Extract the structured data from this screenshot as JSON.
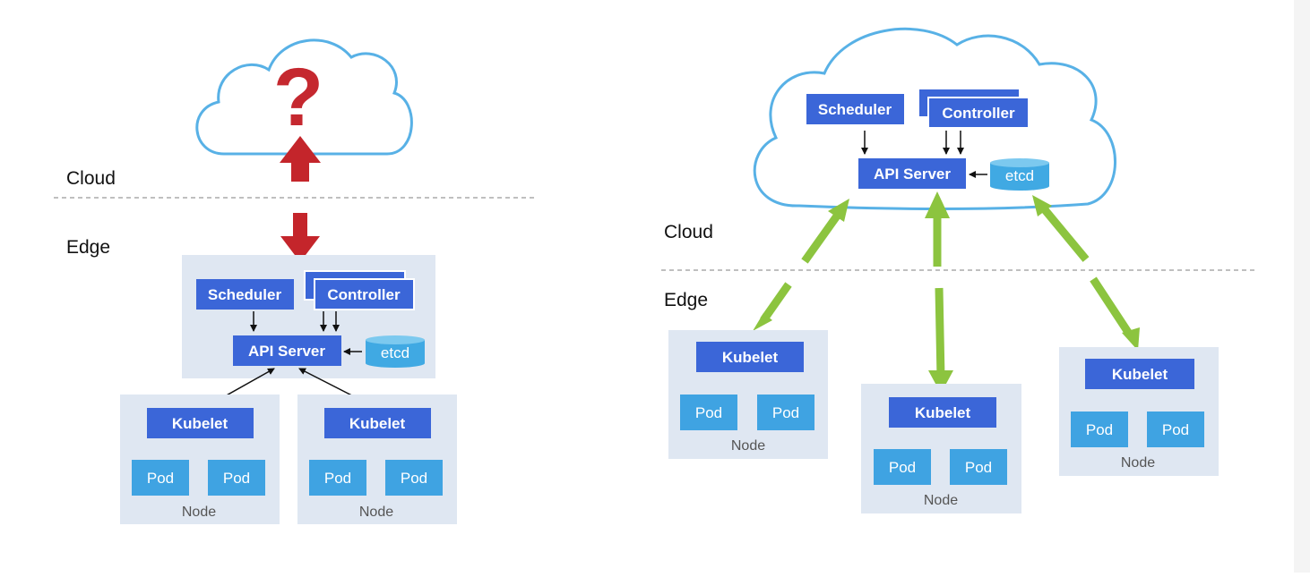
{
  "colors": {
    "panel": "#dfe7f2",
    "component": "#3b66d8",
    "pod": "#3fa3e2",
    "etcd": "#40a9e3",
    "cloud_stroke": "#58b1e6",
    "question": "#c5282f",
    "red_arrow": "#c4252b",
    "green_arrow": "#8cc43f"
  },
  "left": {
    "question_mark": "?",
    "cloud_label": "Cloud",
    "edge_label": "Edge",
    "scheduler": "Scheduler",
    "controller": "Controller",
    "api_server": "API Server",
    "etcd": "etcd",
    "nodes": [
      {
        "kubelet": "Kubelet",
        "pods": [
          "Pod",
          "Pod"
        ],
        "label": "Node"
      },
      {
        "kubelet": "Kubelet",
        "pods": [
          "Pod",
          "Pod"
        ],
        "label": "Node"
      }
    ]
  },
  "right": {
    "cloud_label": "Cloud",
    "edge_label": "Edge",
    "scheduler": "Scheduler",
    "controller": "Controller",
    "api_server": "API Server",
    "etcd": "etcd",
    "nodes": [
      {
        "kubelet": "Kubelet",
        "pods": [
          "Pod",
          "Pod"
        ],
        "label": "Node"
      },
      {
        "kubelet": "Kubelet",
        "pods": [
          "Pod",
          "Pod"
        ],
        "label": "Node"
      },
      {
        "kubelet": "Kubelet",
        "pods": [
          "Pod",
          "Pod"
        ],
        "label": "Node"
      }
    ]
  }
}
